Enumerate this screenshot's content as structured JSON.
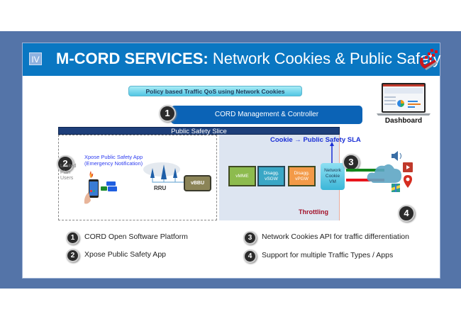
{
  "slide": {
    "section_numeral": "IV",
    "title_bold": "M-CORD SERVICES:",
    "title_rest": " Network Cookies & Public Safety",
    "logo": "cord-logo-icon"
  },
  "diagram": {
    "policy_banner": "Policy based Traffic QoS using Network Cookies",
    "controller_label": "CORD Management & Controller",
    "dashboard_label": "Dashboard",
    "slice_label": "Public Safety Slice",
    "sla_label": "Cookie → Public Safety SLA",
    "xpose_line1": "Xpose Public Safety  App",
    "xpose_line2": "(Emergency Notification)",
    "users_line1": "Limited",
    "users_line2": "Plan",
    "users_line3": "Users",
    "rru_label": "RRU",
    "vbbu_label": "vBBU",
    "vmme_label": "vMME",
    "vsgw_line1": "Disagg.",
    "vsgw_line2": "vSGW",
    "vpgw_line1": "Disagg.",
    "vpgw_line2": "vPGW",
    "cookie_vm_line1": "Network",
    "cookie_vm_line2": "Cookie",
    "cookie_vm_line3": "VM",
    "throttling_label": "Throttling",
    "badges": [
      "1",
      "2",
      "3",
      "4"
    ],
    "colors": {
      "title_bar": "#0a77c2",
      "frame": "#5474a8",
      "slice_bar": "#1e3f7a",
      "vmme": "#8dbb4e",
      "vsgw": "#3aa7c6",
      "vpgw": "#f39a48",
      "green_link": "#13861b",
      "red_link": "#e8141b",
      "sla_text": "#1a2fd6",
      "throttling_text": "#a3122a"
    }
  },
  "legend": [
    {
      "num": "1",
      "text": "CORD Open Software Platform"
    },
    {
      "num": "2",
      "text": "Xpose Public Safety App"
    },
    {
      "num": "3",
      "text": "Network Cookies API for traffic differentiation"
    },
    {
      "num": "4",
      "text": "Support for multiple Traffic Types / Apps"
    }
  ]
}
